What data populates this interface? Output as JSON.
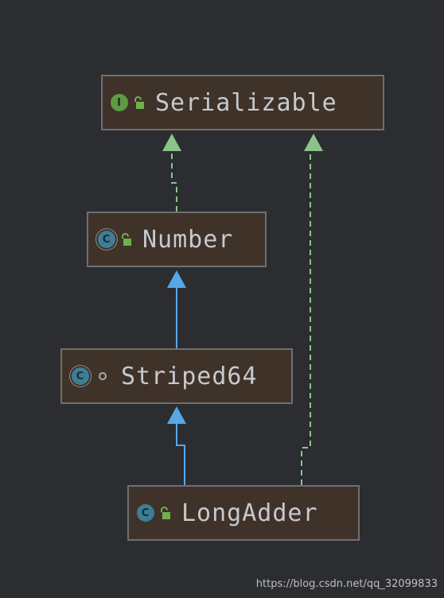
{
  "nodes": [
    {
      "id": "serializable",
      "label": "Serializable",
      "kind": "interface",
      "kind_letter": "I",
      "visibility": "public"
    },
    {
      "id": "number",
      "label": "Number",
      "kind": "abstract-class",
      "kind_letter": "C",
      "visibility": "public"
    },
    {
      "id": "striped64",
      "label": "Striped64",
      "kind": "abstract-class",
      "kind_letter": "C",
      "visibility": "package-private"
    },
    {
      "id": "longadder",
      "label": "LongAdder",
      "kind": "class",
      "kind_letter": "C",
      "visibility": "public"
    }
  ],
  "edges": [
    {
      "from": "number",
      "to": "serializable",
      "type": "implements"
    },
    {
      "from": "longadder",
      "to": "serializable",
      "type": "implements"
    },
    {
      "from": "striped64",
      "to": "number",
      "type": "extends"
    },
    {
      "from": "longadder",
      "to": "striped64",
      "type": "extends"
    }
  ],
  "colors": {
    "background": "#2b2d31",
    "node_fill": "#3f3228",
    "node_border": "#6e6f73",
    "extends_arrow": "#56a7e6",
    "implements_arrow": "#8bc48a",
    "interface_icon": "#5f9a45",
    "class_icon": "#3d7e96"
  },
  "watermark": "https://blog.csdn.net/qq_32099833"
}
